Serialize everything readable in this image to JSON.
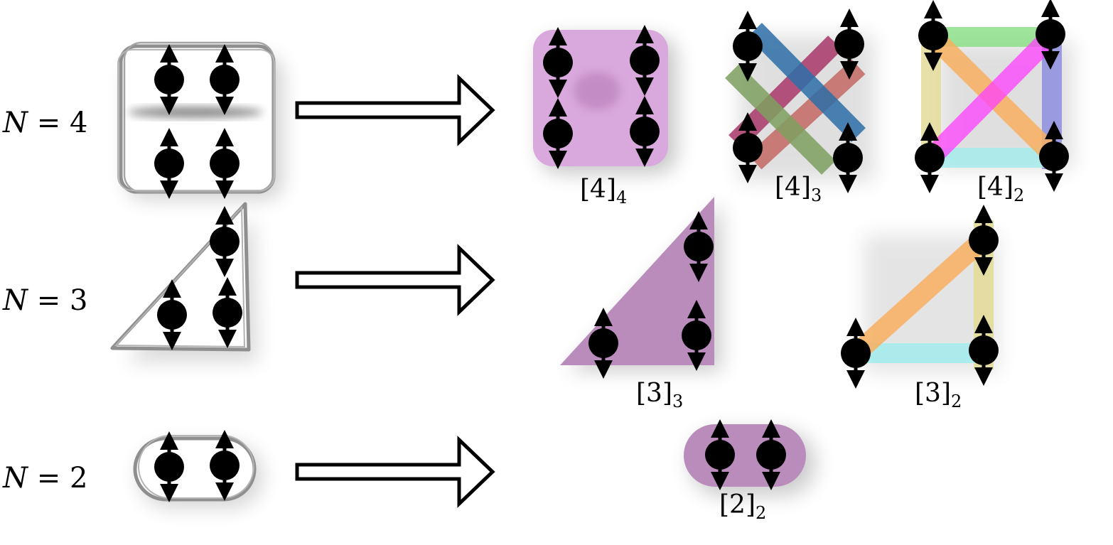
{
  "rows": [
    {
      "label_var": "N",
      "label_eq": " = 4"
    },
    {
      "label_var": "N",
      "label_eq": " = 3"
    },
    {
      "label_var": "N",
      "label_eq": " = 2"
    }
  ],
  "partitions": {
    "p44": {
      "base": "[4]",
      "idx": "4"
    },
    "p43": {
      "base": "[4]",
      "idx": "3"
    },
    "p42": {
      "base": "[4]",
      "idx": "2"
    },
    "p33": {
      "base": "[3]",
      "idx": "3"
    },
    "p32": {
      "base": "[3]",
      "idx": "2"
    },
    "p22": {
      "base": "[2]",
      "idx": "2"
    }
  },
  "colors": {
    "sketch_gray": "#8f8f8f",
    "purple": "#b07cb0",
    "pink": "#d9a8dc",
    "x_maroon": "#a8386a",
    "x_blue": "#2d6fa8",
    "x_green": "#7fa060",
    "x_rose": "#c46a64",
    "sq_green": "#8ee08a",
    "sq_yellow": "#e4dc9a",
    "sq_lavender": "#8e8ee0",
    "sq_cyan": "#a6ecec",
    "sq_orange": "#f8b060",
    "sq_magenta": "#ff40ff"
  },
  "icons": {
    "spin": "up-down-spin-icon",
    "arrow": "right-hollow-arrow-icon"
  }
}
